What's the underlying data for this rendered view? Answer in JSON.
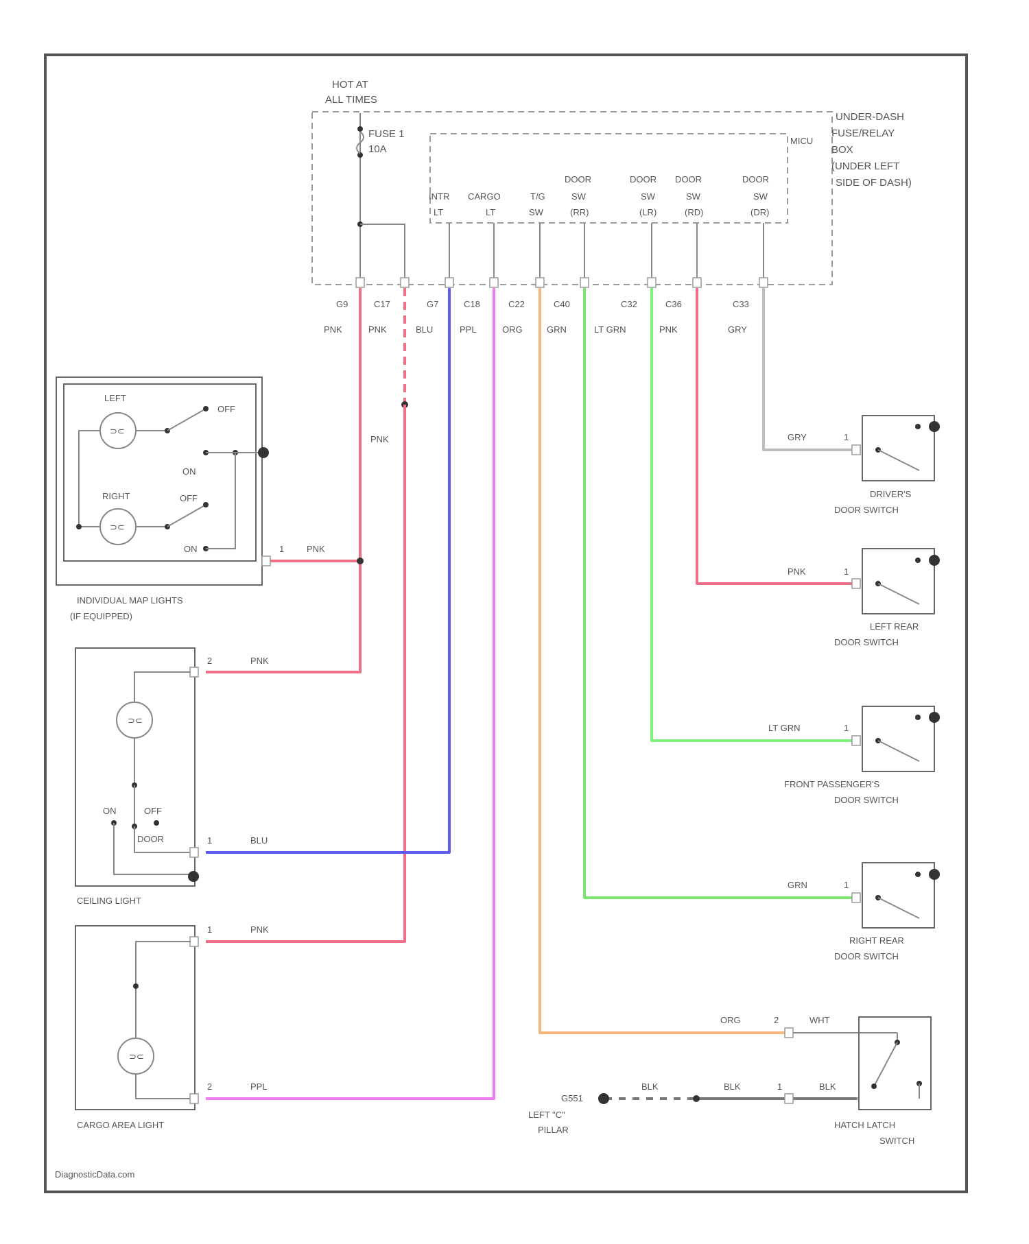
{
  "colors": {
    "PNK": "#ef6f86",
    "BLU": "#5b5bef",
    "PPL": "#f07ef0",
    "ORG": "#f5b77c",
    "GRN": "#7ce66f",
    "LT_GRN": "#7cef7c",
    "GRY": "#bdbdbd",
    "WHT": "#dddddd",
    "BLK": "#777777"
  },
  "fuse_box": {
    "hot_label": [
      "HOT AT",
      "ALL TIMES"
    ],
    "fuse_label": [
      "FUSE 1",
      "10A"
    ],
    "title": [
      "UNDER-DASH",
      "FUSE/RELAY",
      "BOX",
      "(UNDER LEFT",
      "SIDE OF DASH)"
    ],
    "mics_label": "MICU",
    "outputs": [
      {
        "top": [
          "INTR",
          "LT"
        ]
      },
      {
        "top": [
          "CARGO",
          "LT"
        ]
      },
      {
        "top": [
          "T/G",
          "SW"
        ]
      },
      {
        "top": [
          "DOOR",
          "SW",
          "(RR)"
        ]
      },
      {
        "top": [
          "DOOR",
          "SW",
          "(LR)"
        ]
      },
      {
        "top": [
          "DOOR",
          "SW",
          "(RD)"
        ]
      },
      {
        "top": [
          "DOOR",
          "SW",
          "(DR)"
        ]
      }
    ],
    "terminals": [
      "G9",
      "C17",
      "G7",
      "C18",
      "C22",
      "C40",
      "C32",
      "C36",
      "C33"
    ],
    "wire_colors": [
      "PNK",
      "PNK",
      "BLU",
      "PPL",
      "ORG",
      "GRN",
      "LT GRN",
      "PNK",
      "GRY"
    ]
  },
  "map_lights": {
    "left": "LEFT",
    "right": "RIGHT",
    "off1": "OFF",
    "on1": "ON",
    "off2": "OFF",
    "on2": "ON",
    "pin": "1",
    "wire": "PNK",
    "caption": [
      "INDIVIDUAL MAP LIGHTS",
      "(IF EQUIPPED)"
    ]
  },
  "pnk_riser": "PNK",
  "ceiling_light": {
    "pin2": "2",
    "wire2": "PNK",
    "on": "ON",
    "off": "OFF",
    "door": "DOOR",
    "pin1": "1",
    "wire1": "BLU",
    "caption": "CEILING LIGHT"
  },
  "cargo_light": {
    "pin1": "1",
    "wire1": "PNK",
    "pin2": "2",
    "wire2": "PPL",
    "caption": "CARGO AREA LIGHT"
  },
  "door_switches": [
    {
      "wire": "GRY",
      "pin": "1",
      "caption": [
        "DRIVER'S",
        "DOOR SWITCH"
      ]
    },
    {
      "wire": "PNK",
      "pin": "1",
      "caption": [
        "LEFT REAR",
        "DOOR SWITCH"
      ]
    },
    {
      "wire": "LT GRN",
      "pin": "1",
      "caption": [
        "FRONT PASSENGER'S",
        "DOOR SWITCH"
      ]
    },
    {
      "wire": "GRN",
      "pin": "1",
      "caption": [
        "RIGHT REAR",
        "DOOR SWITCH"
      ]
    }
  ],
  "hatch_switch": {
    "wire_org": "ORG",
    "pin2": "2",
    "wire_wht": "WHT",
    "pin1": "1",
    "blk1": "BLK",
    "blk2": "BLK",
    "blk3": "BLK",
    "ground": "G551",
    "ground_loc": [
      "LEFT \"C\"",
      "PILLAR"
    ],
    "caption": [
      "HATCH LATCH",
      "SWITCH"
    ]
  },
  "watermark": "DiagnosticData.com"
}
